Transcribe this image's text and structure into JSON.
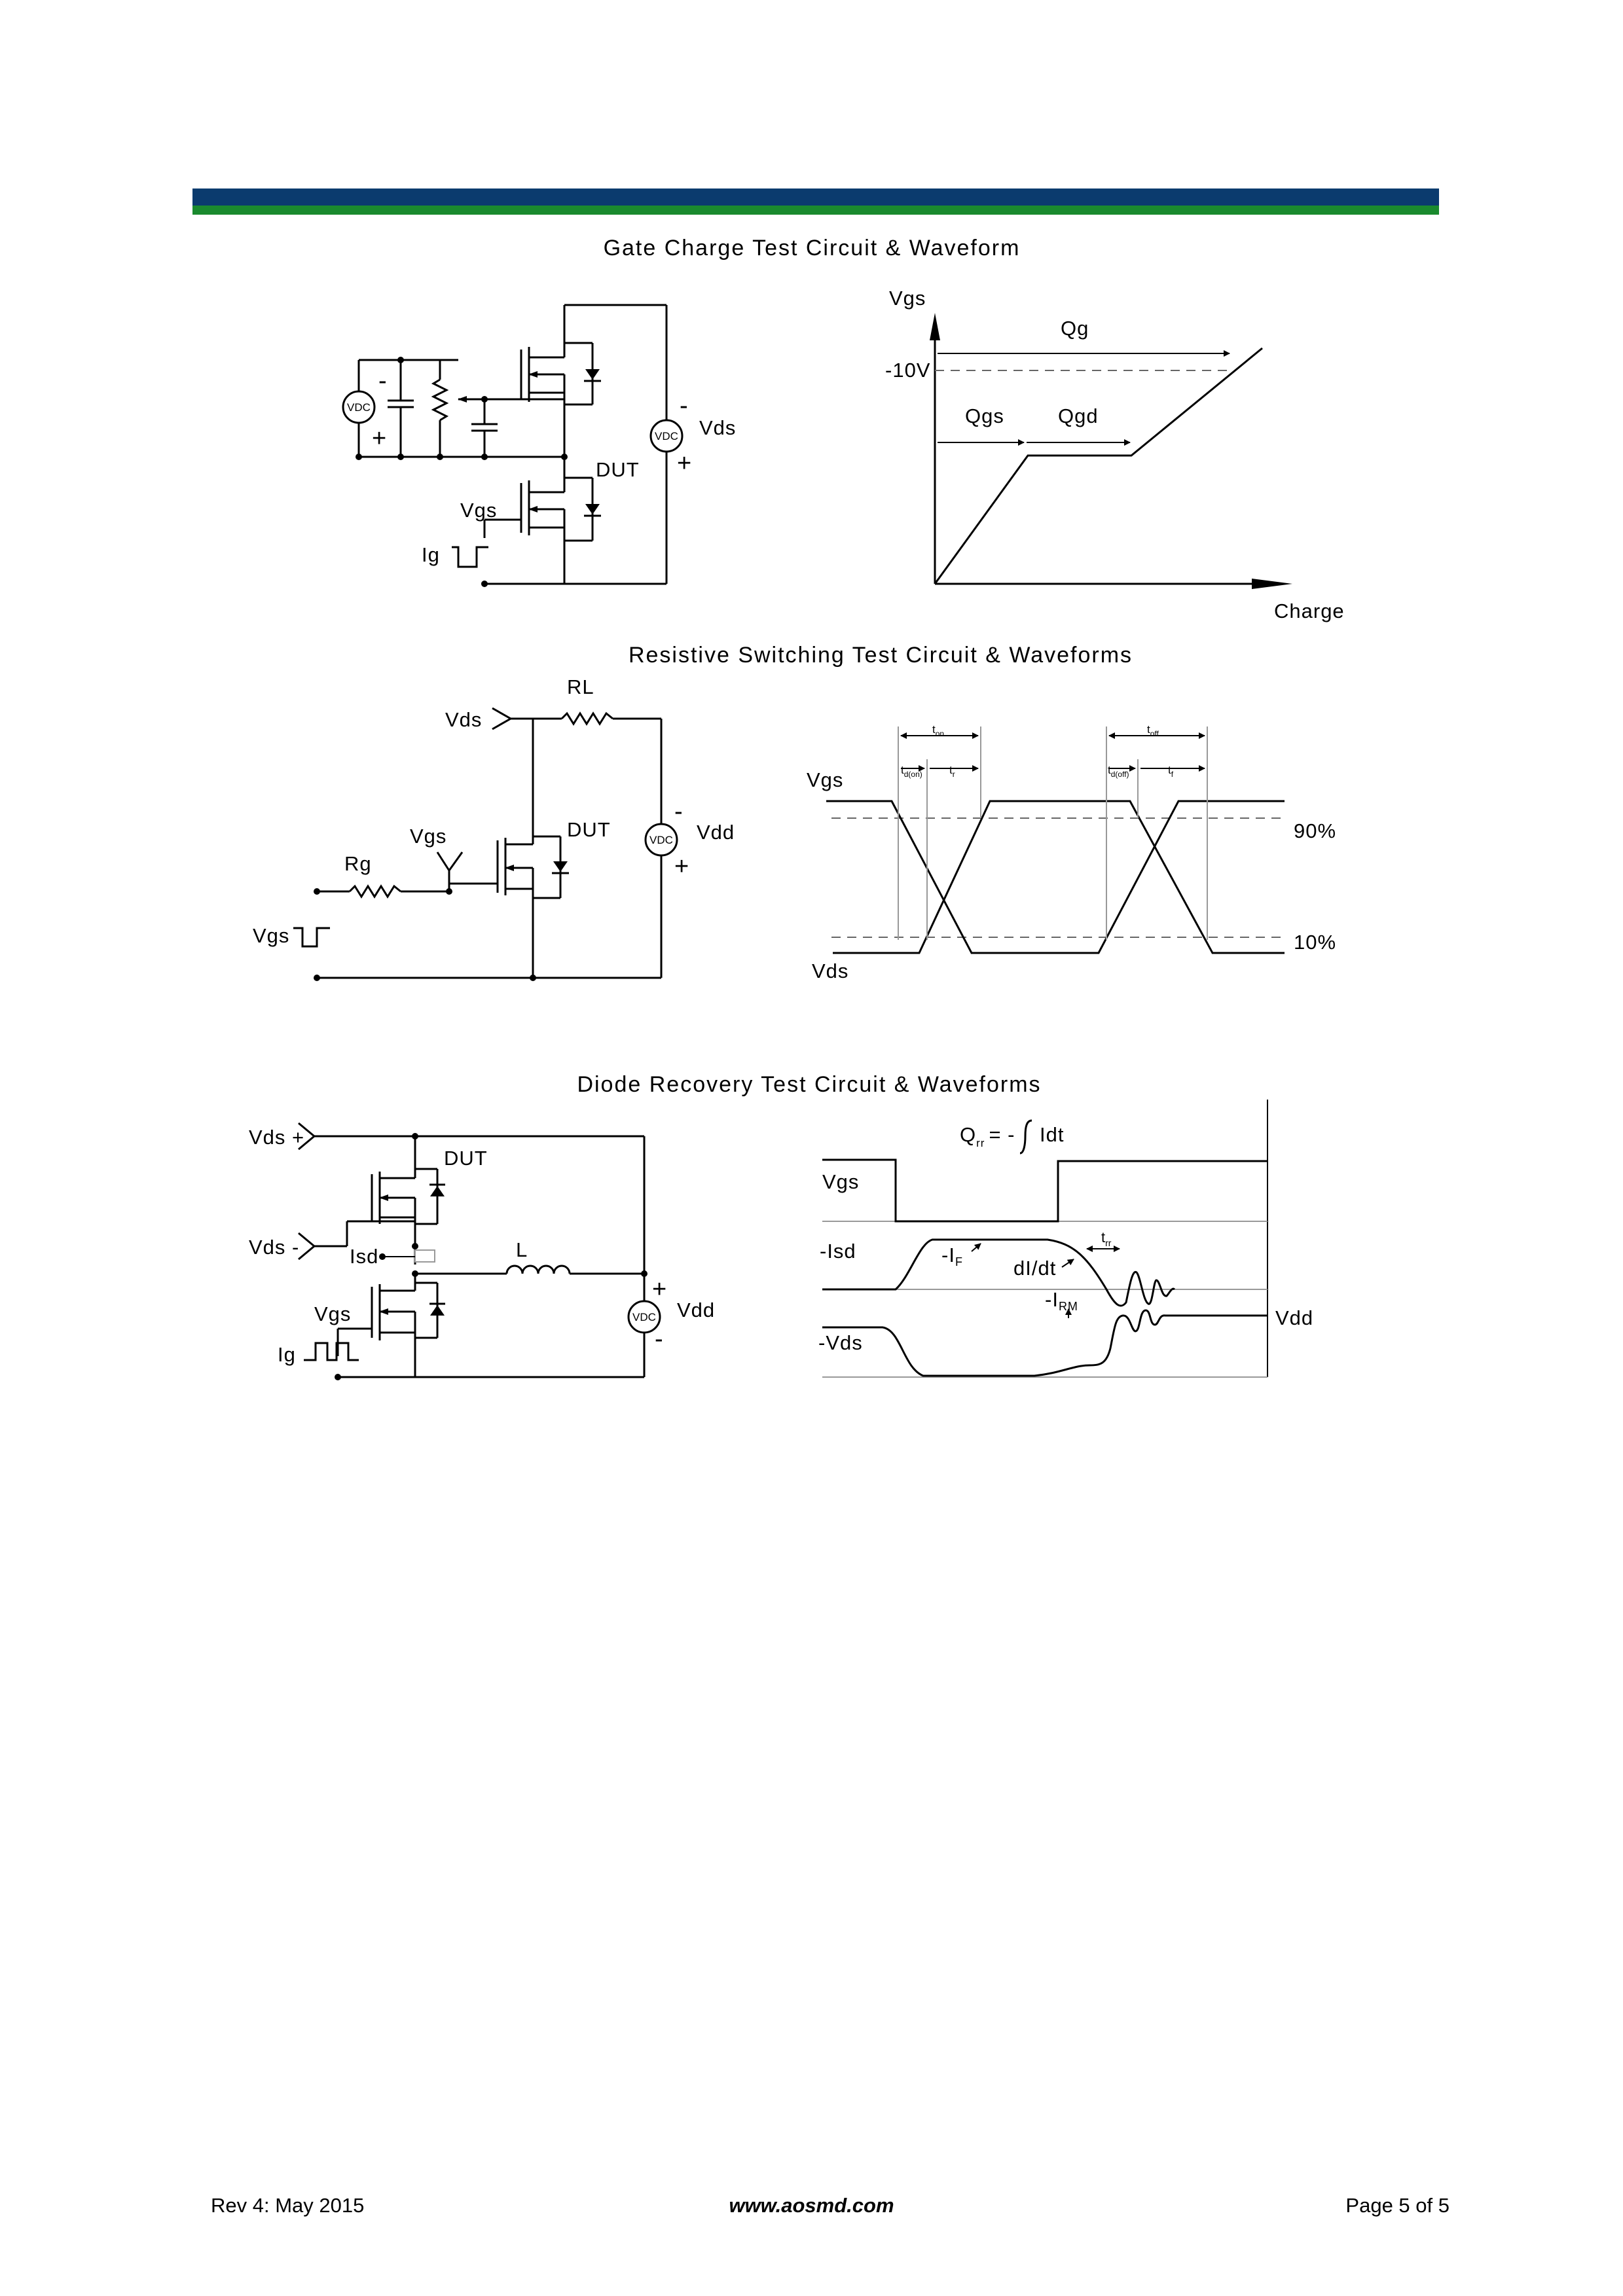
{
  "header": {
    "colors": {
      "top_band": "#0b3b6e",
      "bottom_band": "#1a8a2e"
    }
  },
  "gate_charge": {
    "title": "Gate Charge Test Circuit & Waveform",
    "circuit": {
      "vdc": "VDC",
      "minus": "-",
      "plus": "+",
      "vds": "Vds",
      "dut": "DUT",
      "vgs": "Vgs",
      "ig": "Ig"
    },
    "waveform": {
      "y_label": "Vgs",
      "x_label": "Charge",
      "level": "-10V",
      "qg": "Qg",
      "qgs": "Qgs",
      "qgd": "Qgd"
    }
  },
  "resistive": {
    "title": "Resistive Switching Test Circuit & Waveforms",
    "circuit": {
      "rl": "RL",
      "vds": "Vds",
      "vgs": "Vgs",
      "dut": "DUT",
      "rg": "Rg",
      "vgs_pulse": "Vgs",
      "vdc": "VDC",
      "vdd": "Vdd",
      "minus": "-",
      "plus": "+"
    },
    "waveform": {
      "vgs": "Vgs",
      "vds": "Vds",
      "p90": "90%",
      "p10": "10%",
      "ton": "t",
      "ton_sub": "on",
      "toff": "t",
      "toff_sub": "off",
      "tdon": "t",
      "tdon_sub": "d(on)",
      "tr": "t",
      "tr_sub": "r",
      "tdoff": "t",
      "tdoff_sub": "d(off)",
      "tf": "t",
      "tf_sub": "f"
    }
  },
  "diode": {
    "title": "Diode Recovery Test Circuit & Waveforms",
    "circuit": {
      "vds_plus": "Vds +",
      "vds_minus": "Vds -",
      "dut": "DUT",
      "isd": "Isd",
      "l": "L",
      "vgs": "Vgs",
      "ig": "Ig",
      "vdc": "VDC",
      "vdd": "Vdd",
      "plus": "+",
      "minus": "-"
    },
    "waveform": {
      "qrr": "Q",
      "qrr_sub": "rr",
      "qrr_eq": "= -",
      "idt": "Idt",
      "vgs": "Vgs",
      "isd": "-Isd",
      "vds": "-Vds",
      "if": "-I",
      "if_sub": "F",
      "didt": "dI/dt",
      "irm": "-I",
      "irm_sub": "RM",
      "trr": "t",
      "trr_sub": "rr",
      "vdd": "Vdd"
    }
  },
  "footer": {
    "revision": "Rev 4: May 2015",
    "website": "www.aosmd.com",
    "page": "Page 5 of 5"
  }
}
